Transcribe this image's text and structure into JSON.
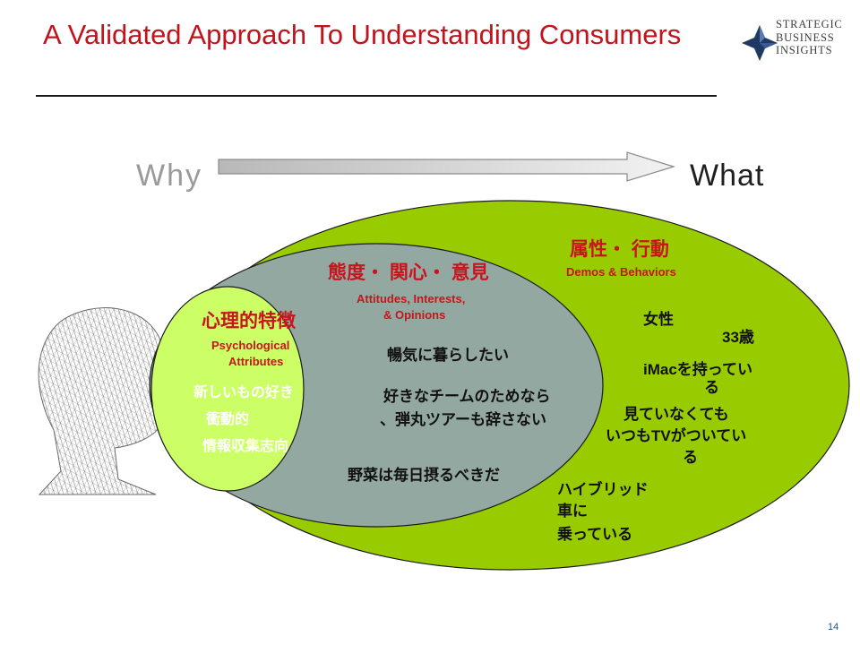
{
  "slide": {
    "title": "A Validated  Approach To Understanding Consumers",
    "page_number": "14"
  },
  "logo": {
    "line1": "Strategic",
    "line2": "Business",
    "line3": "Insights"
  },
  "continuum": {
    "left_label": "Why",
    "right_label": "What"
  },
  "outer_ellipse": {
    "title": "属性・ 行動",
    "subtitle": "Demos & Behaviors",
    "items": [
      "女性",
      "33歳",
      "iMacを持ってい",
      "る",
      "見ていなくても",
      "いつもTVがついてい",
      "る",
      "ハイブリッド",
      "車に",
      "乗っている"
    ]
  },
  "middle_ellipse": {
    "title": "態度・ 関心・ 意見",
    "subtitle_line1": "Attitudes, Interests,",
    "subtitle_line2": "& Opinions",
    "items": [
      "暢気に暮らしたい",
      "好きなチームのためなら",
      "、弾丸ツアーも辞さない",
      "野菜は毎日摂るべきだ"
    ]
  },
  "inner_circle": {
    "title": "心理的特徴",
    "subtitle_line1": "Psychological",
    "subtitle_line2": "Attributes",
    "items": [
      "新しいもの好き",
      "衝動的",
      "情報収集志向"
    ]
  },
  "colors": {
    "title_red": "#c0141c",
    "outer_green": "#99cc00",
    "middle_gray": "#94a8a2",
    "inner_lime": "#ccff66",
    "logo_navy": "#1f3864"
  },
  "icons": {
    "logo": "star-diamond-logo-icon",
    "arrow": "right-arrow-icon",
    "head": "wireframe-head-icon"
  }
}
